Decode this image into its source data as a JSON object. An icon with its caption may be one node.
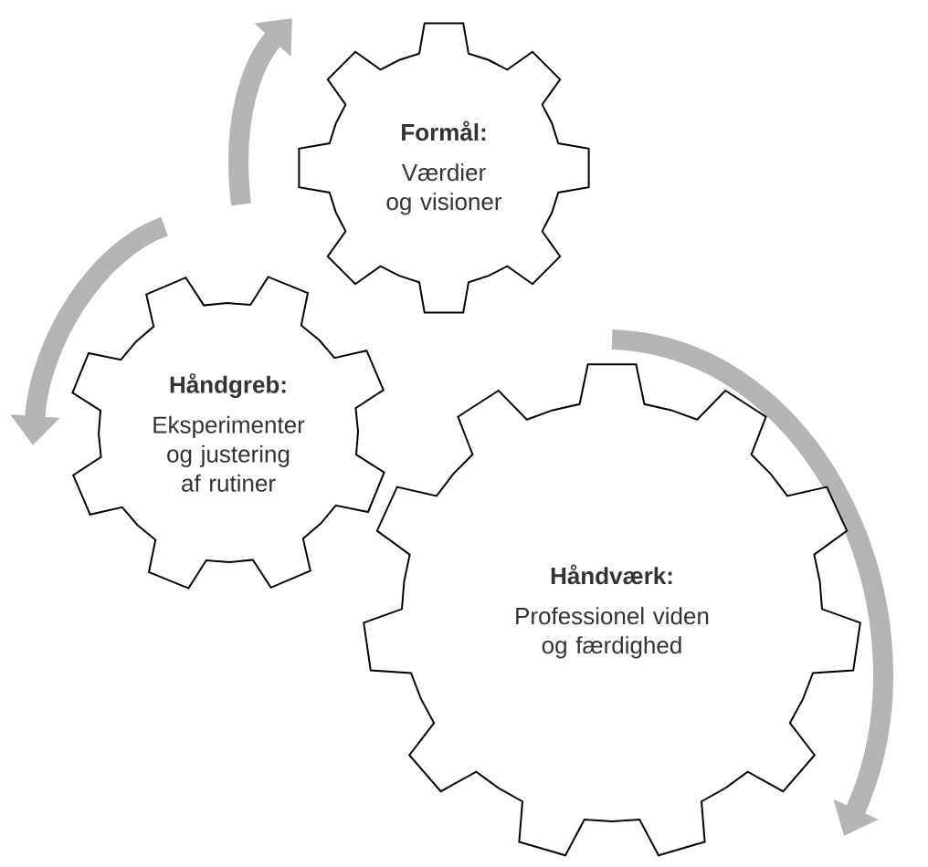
{
  "diagram": {
    "nodes": [
      {
        "text": [
          "Formål:",
          "Værdier og visioner"
        ]
      },
      {
        "text": [
          "Håndgreb:",
          "Eksperimenter og justering af rutiner"
        ]
      },
      {
        "text": [
          "Håndværk:",
          "Professionel viden og færdighed"
        ]
      }
    ]
  }
}
